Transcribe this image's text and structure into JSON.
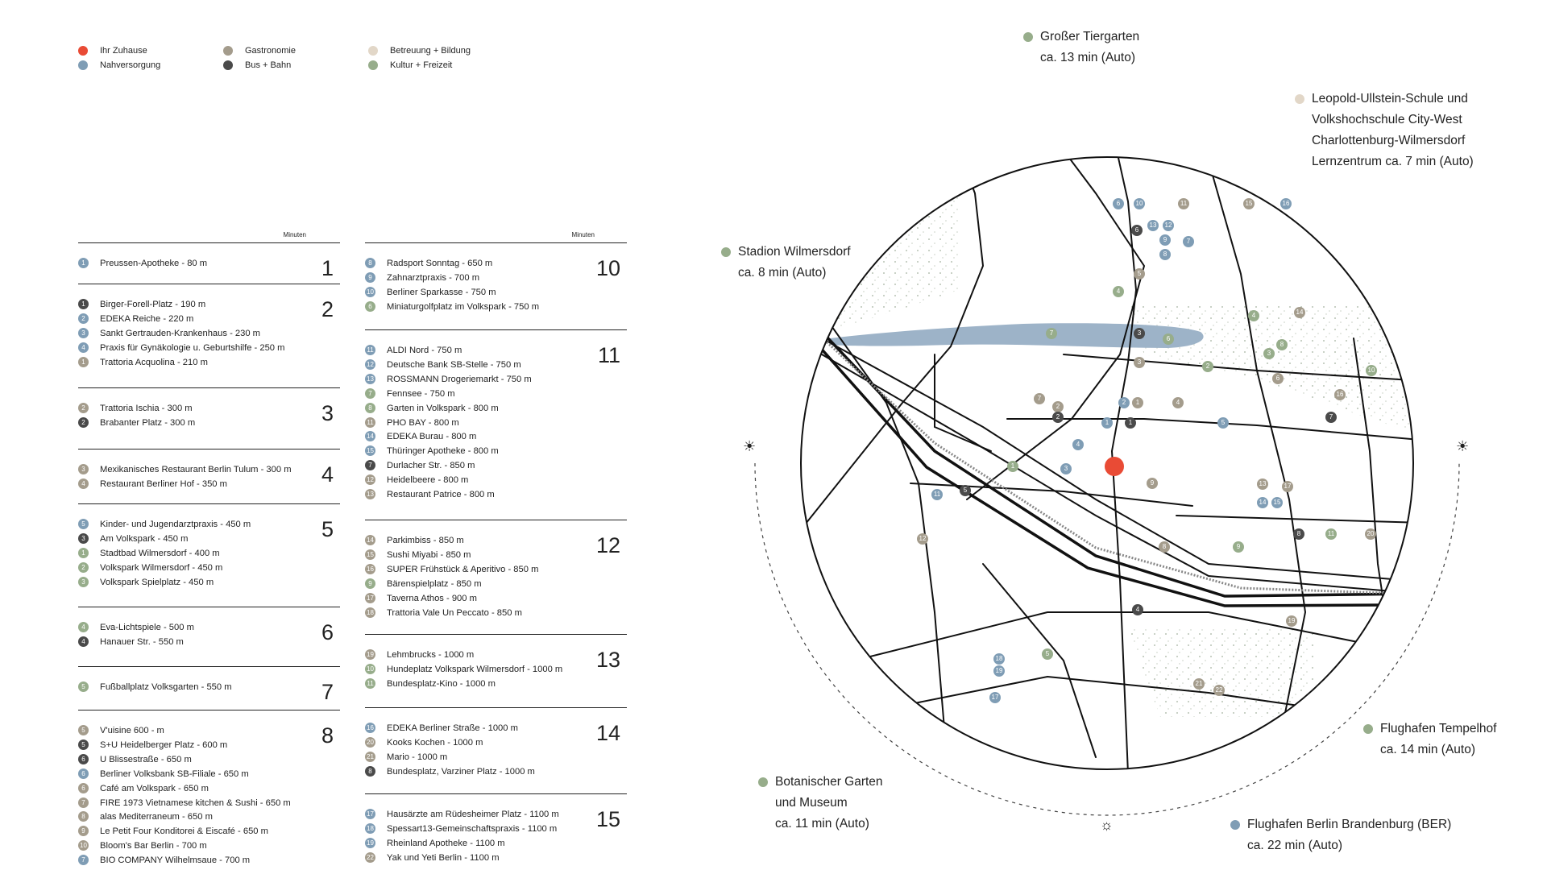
{
  "colors": {
    "home": "#e94b35",
    "nahversorgung": "#7f9db5",
    "gastronomie": "#a49c8c",
    "busbahn": "#4a4a4a",
    "bildung": "#e2d7c8",
    "kultur": "#97ad8b",
    "water": "#9db3c8"
  },
  "legend": [
    {
      "label": "Ihr Zuhause",
      "color": "home"
    },
    {
      "label": "Nahversorgung",
      "color": "nahversorgung"
    },
    {
      "label": "Gastronomie",
      "color": "gastronomie"
    },
    {
      "label": "Bus + Bahn",
      "color": "busbahn"
    },
    {
      "label": "Betreuung + Bildung",
      "color": "bildung"
    },
    {
      "label": "Kultur + Freizeit",
      "color": "kultur"
    }
  ],
  "minuten_label": "Minuten",
  "groups": [
    {
      "minutes": "1",
      "items": [
        {
          "n": "1",
          "c": "nahversorgung",
          "t": "Preussen-Apotheke - 80 m"
        }
      ]
    },
    {
      "minutes": "2",
      "items": [
        {
          "n": "1",
          "c": "busbahn",
          "t": "Birger-Forell-Platz - 190 m"
        },
        {
          "n": "2",
          "c": "nahversorgung",
          "t": "EDEKA Reiche - 220 m"
        },
        {
          "n": "3",
          "c": "nahversorgung",
          "t": "Sankt Gertrauden-Krankenhaus - 230 m"
        },
        {
          "n": "4",
          "c": "nahversorgung",
          "t": "Praxis für Gynäkologie u. Geburtshilfe - 250 m"
        },
        {
          "n": "1",
          "c": "gastronomie",
          "t": "Trattoria Acquolina - 210 m"
        }
      ]
    },
    {
      "minutes": "3",
      "items": [
        {
          "n": "2",
          "c": "gastronomie",
          "t": "Trattoria Ischia - 300 m"
        },
        {
          "n": "2",
          "c": "busbahn",
          "t": "Brabanter Platz - 300 m"
        }
      ]
    },
    {
      "minutes": "4",
      "items": [
        {
          "n": "3",
          "c": "gastronomie",
          "t": "Mexikanisches Restaurant Berlin Tulum - 300 m"
        },
        {
          "n": "4",
          "c": "gastronomie",
          "t": "Restaurant Berliner Hof - 350 m"
        }
      ]
    },
    {
      "minutes": "5",
      "items": [
        {
          "n": "5",
          "c": "nahversorgung",
          "t": "Kinder- und Jugendarztpraxis - 450 m"
        },
        {
          "n": "3",
          "c": "busbahn",
          "t": "Am Volkspark - 450 m"
        },
        {
          "n": "1",
          "c": "kultur",
          "t": "Stadtbad Wilmersdorf - 400 m"
        },
        {
          "n": "2",
          "c": "kultur",
          "t": "Volkspark Wilmersdorf - 450 m"
        },
        {
          "n": "3",
          "c": "kultur",
          "t": "Volkspark Spielplatz - 450 m"
        }
      ]
    },
    {
      "minutes": "6",
      "items": [
        {
          "n": "4",
          "c": "kultur",
          "t": "Eva-Lichtspiele - 500 m"
        },
        {
          "n": "4",
          "c": "busbahn",
          "t": "Hanauer Str. - 550 m"
        }
      ]
    },
    {
      "minutes": "7",
      "items": [
        {
          "n": "5",
          "c": "kultur",
          "t": "Fußballplatz Volksgarten - 550 m"
        }
      ]
    },
    {
      "minutes": "8",
      "items": [
        {
          "n": "5",
          "c": "gastronomie",
          "t": "V'uisine 600 - m"
        },
        {
          "n": "5",
          "c": "busbahn",
          "t": "S+U Heidelberger Platz - 600 m"
        },
        {
          "n": "6",
          "c": "busbahn",
          "t": "U Blissestraße - 650 m"
        },
        {
          "n": "6",
          "c": "nahversorgung",
          "t": "Berliner Volksbank SB-Filiale - 650 m"
        },
        {
          "n": "6",
          "c": "gastronomie",
          "t": "Café am Volkspark - 650 m"
        },
        {
          "n": "7",
          "c": "gastronomie",
          "t": "FIRE 1973 Vietnamese kitchen & Sushi - 650 m"
        },
        {
          "n": "8",
          "c": "gastronomie",
          "t": "alas Mediterraneum - 650 m"
        },
        {
          "n": "9",
          "c": "gastronomie",
          "t": "Le Petit Four Konditorei & Eiscafé - 650 m"
        },
        {
          "n": "10",
          "c": "gastronomie",
          "t": "Bloom's Bar Berlin - 700 m"
        },
        {
          "n": "7",
          "c": "nahversorgung",
          "t": "BIO COMPANY Wilhelmsaue - 700 m"
        }
      ]
    },
    {
      "minutes": "10",
      "items": [
        {
          "n": "8",
          "c": "nahversorgung",
          "t": "Radsport Sonntag - 650 m"
        },
        {
          "n": "9",
          "c": "nahversorgung",
          "t": "Zahnarztpraxis - 700 m"
        },
        {
          "n": "10",
          "c": "nahversorgung",
          "t": "Berliner Sparkasse - 750 m"
        },
        {
          "n": "6",
          "c": "kultur",
          "t": "Miniaturgolfplatz im Volkspark - 750 m"
        }
      ]
    },
    {
      "minutes": "11",
      "items": [
        {
          "n": "11",
          "c": "nahversorgung",
          "t": "ALDI Nord - 750 m"
        },
        {
          "n": "12",
          "c": "nahversorgung",
          "t": "Deutsche Bank SB-Stelle - 750 m"
        },
        {
          "n": "13",
          "c": "nahversorgung",
          "t": "ROSSMANN Drogeriemarkt - 750 m"
        },
        {
          "n": "7",
          "c": "kultur",
          "t": "Fennsee - 750 m"
        },
        {
          "n": "8",
          "c": "kultur",
          "t": "Garten in Volkspark - 800 m"
        },
        {
          "n": "11",
          "c": "gastronomie",
          "t": "PHO BAY - 800 m"
        },
        {
          "n": "14",
          "c": "nahversorgung",
          "t": "EDEKA Burau - 800 m"
        },
        {
          "n": "15",
          "c": "nahversorgung",
          "t": "Thüringer Apotheke - 800 m"
        },
        {
          "n": "7",
          "c": "busbahn",
          "t": "Durlacher Str. - 850 m"
        },
        {
          "n": "12",
          "c": "gastronomie",
          "t": "Heidelbeere - 800 m"
        },
        {
          "n": "13",
          "c": "gastronomie",
          "t": "Restaurant Patrice - 800 m"
        }
      ]
    },
    {
      "minutes": "12",
      "items": [
        {
          "n": "14",
          "c": "gastronomie",
          "t": "Parkimbiss - 850 m"
        },
        {
          "n": "15",
          "c": "gastronomie",
          "t": "Sushi Miyabi - 850 m"
        },
        {
          "n": "16",
          "c": "gastronomie",
          "t": "SUPER Frühstück & Aperitivo - 850 m"
        },
        {
          "n": "9",
          "c": "kultur",
          "t": "Bärenspielplatz - 850 m"
        },
        {
          "n": "17",
          "c": "gastronomie",
          "t": "Taverna Athos - 900 m"
        },
        {
          "n": "18",
          "c": "gastronomie",
          "t": "Trattoria Vale Un Peccato - 850 m"
        }
      ]
    },
    {
      "minutes": "13",
      "items": [
        {
          "n": "19",
          "c": "gastronomie",
          "t": "Lehmbrucks - 1000 m"
        },
        {
          "n": "10",
          "c": "kultur",
          "t": "Hundeplatz Volkspark Wilmersdorf - 1000 m"
        },
        {
          "n": "11",
          "c": "kultur",
          "t": "Bundesplatz-Kino - 1000 m"
        }
      ]
    },
    {
      "minutes": "14",
      "items": [
        {
          "n": "16",
          "c": "nahversorgung",
          "t": "EDEKA Berliner Straße - 1000 m"
        },
        {
          "n": "20",
          "c": "gastronomie",
          "t": "Kooks Kochen - 1000 m"
        },
        {
          "n": "21",
          "c": "gastronomie",
          "t": "Mario - 1000 m"
        },
        {
          "n": "8",
          "c": "busbahn",
          "t": "Bundesplatz, Varziner Platz - 1000 m"
        }
      ]
    },
    {
      "minutes": "15",
      "items": [
        {
          "n": "17",
          "c": "nahversorgung",
          "t": "Hausärzte am Rüdesheimer Platz - 1100 m"
        },
        {
          "n": "18",
          "c": "nahversorgung",
          "t": "Spessart13-Gemeinschaftspraxis - 1100 m"
        },
        {
          "n": "19",
          "c": "nahversorgung",
          "t": "Rheinland Apotheke - 1100 m"
        },
        {
          "n": "22",
          "c": "gastronomie",
          "t": "Yak und Yeti Berlin - 1100 m"
        }
      ]
    }
  ],
  "destinations": [
    {
      "lines": [
        "Großer Tiergarten",
        "ca. 13 min (Auto)"
      ],
      "color": "kultur"
    },
    {
      "lines": [
        "Leopold-Ullstein-Schule und",
        "Volkshochschule City-West",
        "Charlottenburg-Wilmersdorf",
        "Lernzentrum ca. 7 min (Auto)"
      ],
      "color": "bildung"
    },
    {
      "lines": [
        "Stadion Wilmersdorf",
        "ca. 8 min (Auto)"
      ],
      "color": "kultur"
    },
    {
      "lines": [
        "Flughafen Tempelhof",
        "ca. 14 min (Auto)"
      ],
      "color": "kultur"
    },
    {
      "lines": [
        "Botanischer Garten",
        "und Museum",
        "ca. 11 min (Auto)"
      ],
      "color": "kultur"
    },
    {
      "lines": [
        "Flughafen Berlin Brandenburg (BER)",
        "ca. 22 min (Auto)"
      ],
      "color": "nahversorgung"
    }
  ],
  "map_pois": [
    {
      "n": "6",
      "c": "nahversorgung"
    },
    {
      "n": "10",
      "c": "nahversorgung"
    },
    {
      "n": "11",
      "c": "gastronomie"
    },
    {
      "n": "15",
      "c": "gastronomie"
    },
    {
      "n": "16",
      "c": "nahversorgung"
    },
    {
      "n": "6",
      "c": "busbahn"
    },
    {
      "n": "13",
      "c": "nahversorgung"
    },
    {
      "n": "12",
      "c": "nahversorgung"
    },
    {
      "n": "9",
      "c": "nahversorgung"
    },
    {
      "n": "8",
      "c": "nahversorgung"
    },
    {
      "n": "7",
      "c": "nahversorgung"
    },
    {
      "n": "5",
      "c": "gastronomie"
    },
    {
      "n": "4",
      "c": "kultur"
    },
    {
      "n": "7",
      "c": "kultur"
    },
    {
      "n": "3",
      "c": "busbahn"
    },
    {
      "n": "3",
      "c": "gastronomie"
    },
    {
      "n": "4",
      "c": "kultur"
    },
    {
      "n": "14",
      "c": "gastronomie"
    },
    {
      "n": "6",
      "c": "kultur"
    },
    {
      "n": "8",
      "c": "kultur"
    },
    {
      "n": "2",
      "c": "kultur"
    },
    {
      "n": "3",
      "c": "kultur"
    },
    {
      "n": "6",
      "c": "gastronomie"
    },
    {
      "n": "10",
      "c": "kultur"
    },
    {
      "n": "16",
      "c": "gastronomie"
    },
    {
      "n": "7",
      "c": "gastronomie"
    },
    {
      "n": "2",
      "c": "gastronomie"
    },
    {
      "n": "2",
      "c": "busbahn"
    },
    {
      "n": "2",
      "c": "nahversorgung"
    },
    {
      "n": "1",
      "c": "gastronomie"
    },
    {
      "n": "4",
      "c": "gastronomie"
    },
    {
      "n": "1",
      "c": "nahversorgung"
    },
    {
      "n": "1",
      "c": "busbahn"
    },
    {
      "n": "5",
      "c": "nahversorgung"
    },
    {
      "n": "7",
      "c": "busbahn"
    },
    {
      "n": "4",
      "c": "nahversorgung"
    },
    {
      "n": "3",
      "c": "nahversorgung"
    },
    {
      "n": "1",
      "c": "kultur"
    },
    {
      "n": "9",
      "c": "gastronomie"
    },
    {
      "n": "13",
      "c": "gastronomie"
    },
    {
      "n": "17",
      "c": "gastronomie"
    },
    {
      "n": "14",
      "c": "nahversorgung"
    },
    {
      "n": "15",
      "c": "nahversorgung"
    },
    {
      "n": "11",
      "c": "nahversorgung"
    },
    {
      "n": "5",
      "c": "busbahn"
    },
    {
      "n": "12",
      "c": "gastronomie"
    },
    {
      "n": "8",
      "c": "busbahn"
    },
    {
      "n": "11",
      "c": "kultur"
    },
    {
      "n": "20",
      "c": "gastronomie"
    },
    {
      "n": "8",
      "c": "gastronomie"
    },
    {
      "n": "9",
      "c": "kultur"
    },
    {
      "n": "4",
      "c": "busbahn"
    },
    {
      "n": "19",
      "c": "gastronomie"
    },
    {
      "n": "18",
      "c": "nahversorgung"
    },
    {
      "n": "19",
      "c": "nahversorgung"
    },
    {
      "n": "5",
      "c": "kultur"
    },
    {
      "n": "17",
      "c": "nahversorgung"
    },
    {
      "n": "21",
      "c": "gastronomie"
    },
    {
      "n": "22",
      "c": "gastronomie"
    }
  ]
}
